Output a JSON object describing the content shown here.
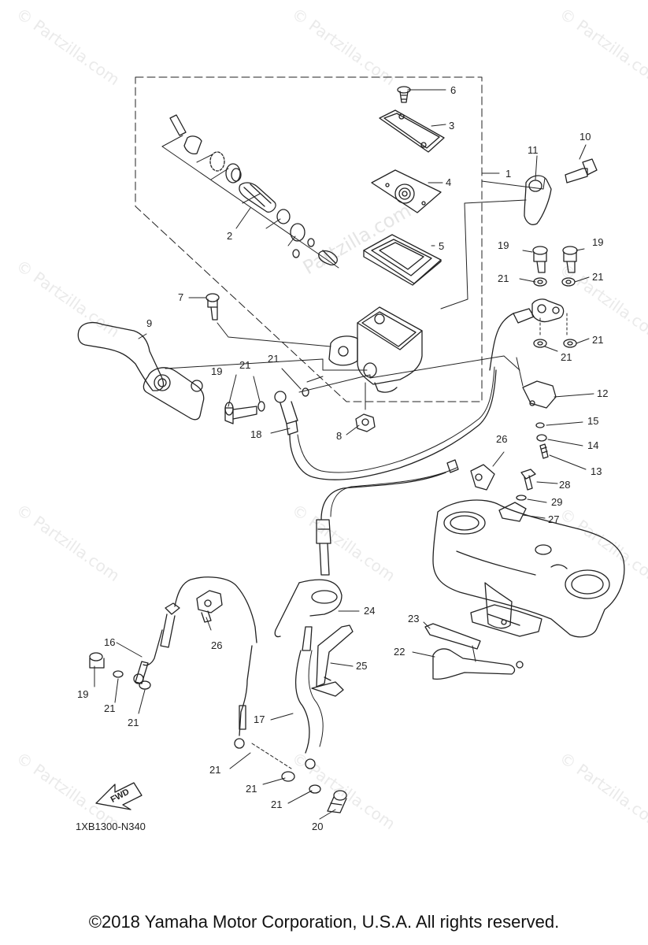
{
  "watermark": {
    "text": "© Partzilla.com",
    "center_text": "Partzilla.com"
  },
  "diagram_code": "1XB1300-N340",
  "fwd_label": "FWD",
  "copyright": "©2018  Yamaha Motor Corporation, U.S.A. All rights reserved.",
  "callouts": {
    "c1": "1",
    "c2": "2",
    "c3": "3",
    "c4": "4",
    "c5": "5",
    "c6": "6",
    "c7": "7",
    "c8": "8",
    "c9": "9",
    "c10": "10",
    "c11": "11",
    "c12": "12",
    "c13": "13",
    "c14": "14",
    "c15": "15",
    "c16": "16",
    "c17": "17",
    "c18": "18",
    "c19a": "19",
    "c19b": "19",
    "c19c": "19",
    "c19d": "19",
    "c20": "20",
    "c21a": "21",
    "c21b": "21",
    "c21c": "21",
    "c21d": "21",
    "c21e": "21",
    "c21f": "21",
    "c21g": "21",
    "c21h": "21",
    "c21i": "21",
    "c21j": "21",
    "c21k": "21",
    "c22": "22",
    "c23": "23",
    "c24": "24",
    "c25": "25",
    "c26a": "26",
    "c26b": "26",
    "c27": "27",
    "c28": "28",
    "c29": "29"
  }
}
